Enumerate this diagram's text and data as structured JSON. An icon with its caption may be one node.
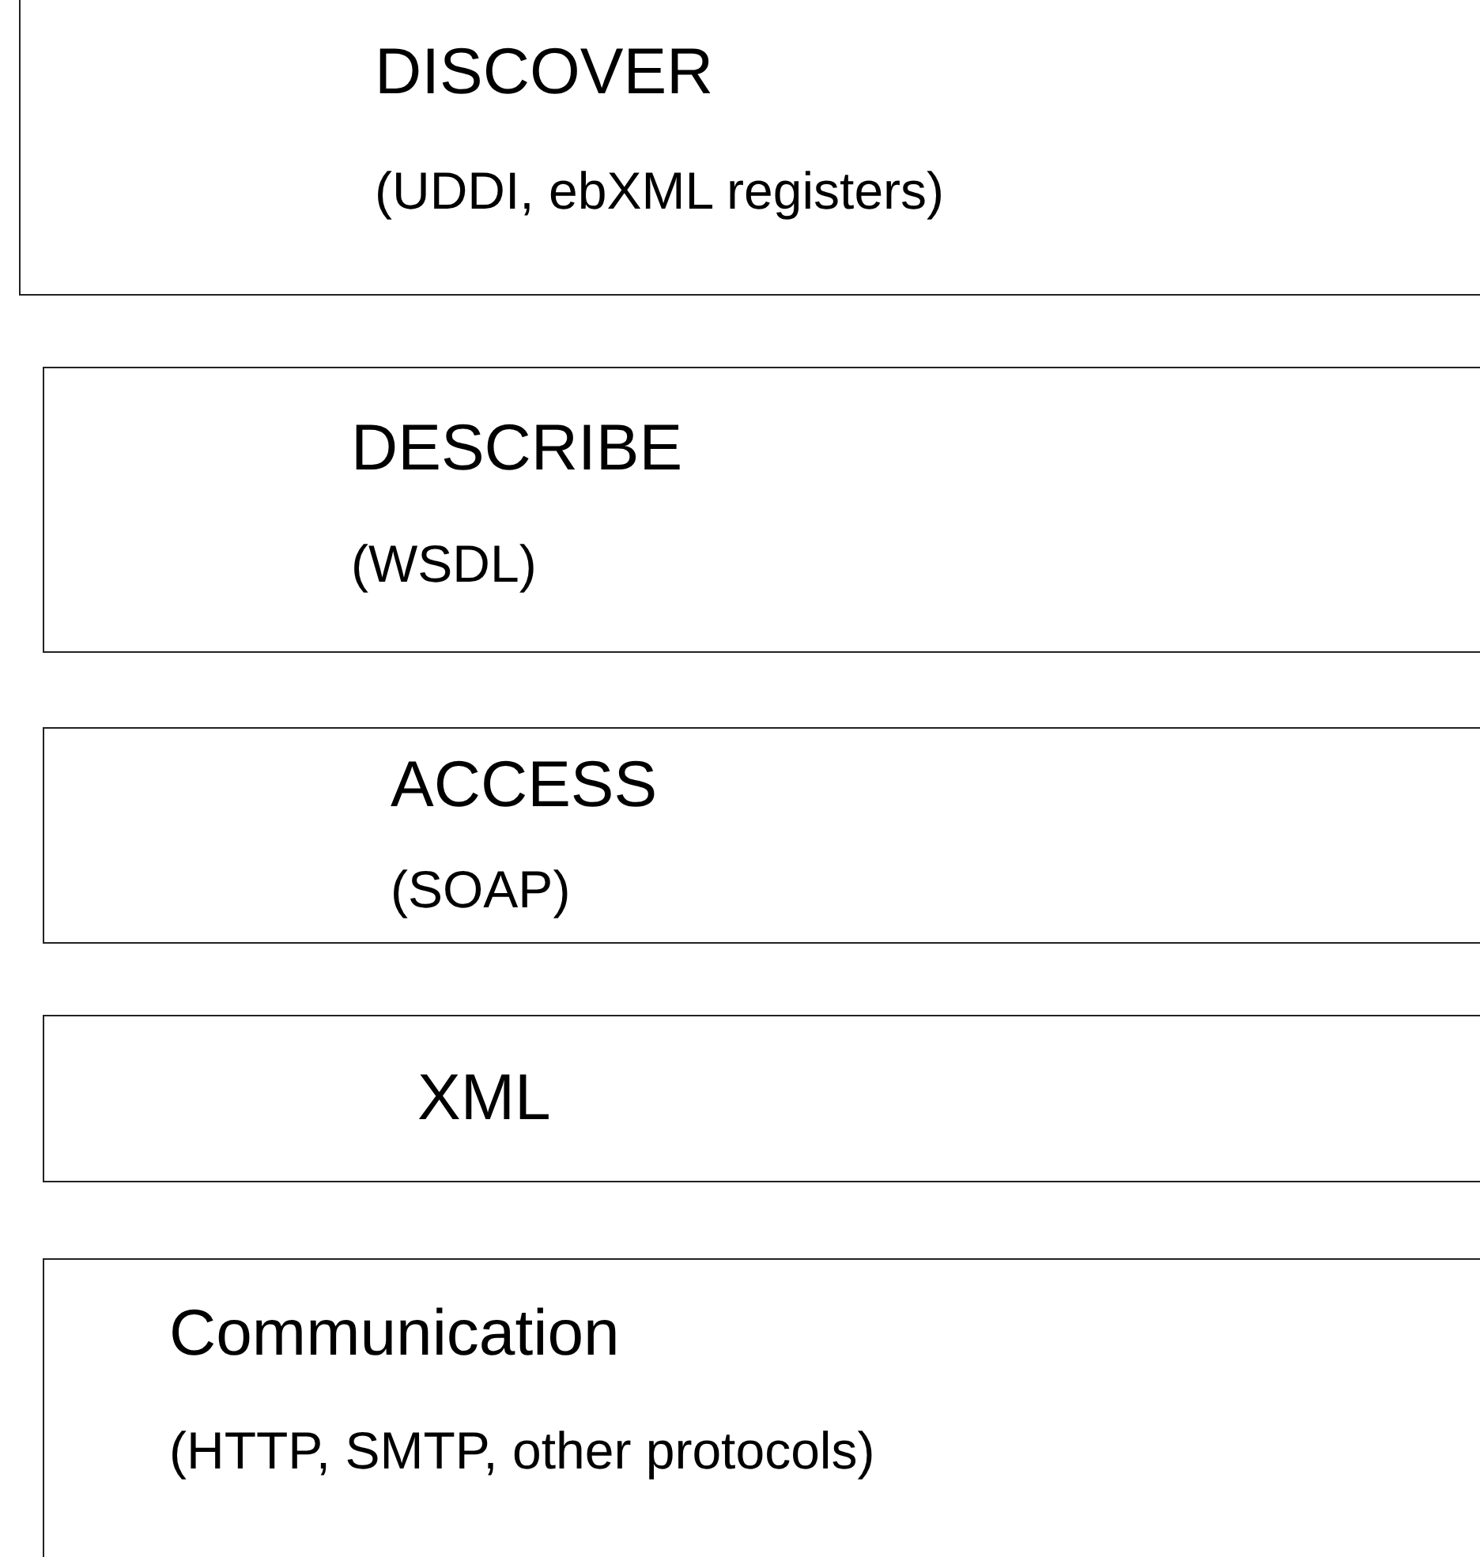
{
  "diagram": {
    "nodes": [
      {
        "text": [
          "DISCOVER",
          "(UDDI, ebXML registers)"
        ]
      },
      {
        "text": [
          "DESCRIBE",
          "(WSDL)"
        ]
      },
      {
        "text": [
          "ACCESS",
          "(SOAP)"
        ]
      },
      {
        "text": [
          "XML"
        ]
      },
      {
        "text": [
          "Communication",
          "(HTTP, SMTP, other protocols)"
        ]
      }
    ]
  }
}
